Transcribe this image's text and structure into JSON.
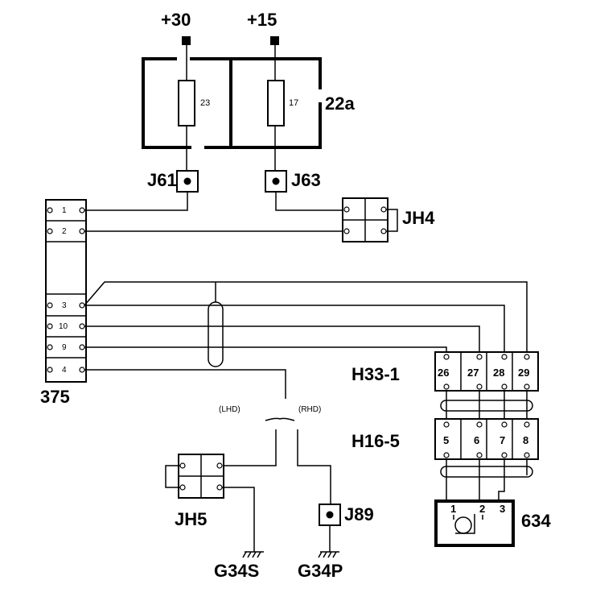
{
  "supply": {
    "plus30": "+30",
    "plus15": "+15"
  },
  "fusebox": {
    "label": "22a",
    "fuse_a": "23",
    "fuse_b": "17"
  },
  "connectors": {
    "j61": "J61",
    "j63": "J63",
    "jh4": "JH4",
    "jh5": "JH5",
    "j89": "J89",
    "h33": "H33-1",
    "h16": "H16-5"
  },
  "module375": {
    "label": "375",
    "pins": [
      "1",
      "2",
      "3",
      "10",
      "9",
      "4"
    ]
  },
  "h33_pins": [
    "26",
    "27",
    "28",
    "29"
  ],
  "h16_pins": [
    "5",
    "6",
    "7",
    "8"
  ],
  "variants": {
    "lhd": "(LHD)",
    "rhd": "(RHD)"
  },
  "grounds": {
    "g34s": "G34S",
    "g34p": "G34P"
  },
  "component634": {
    "label": "634",
    "pins": [
      "1",
      "2",
      "3"
    ]
  }
}
